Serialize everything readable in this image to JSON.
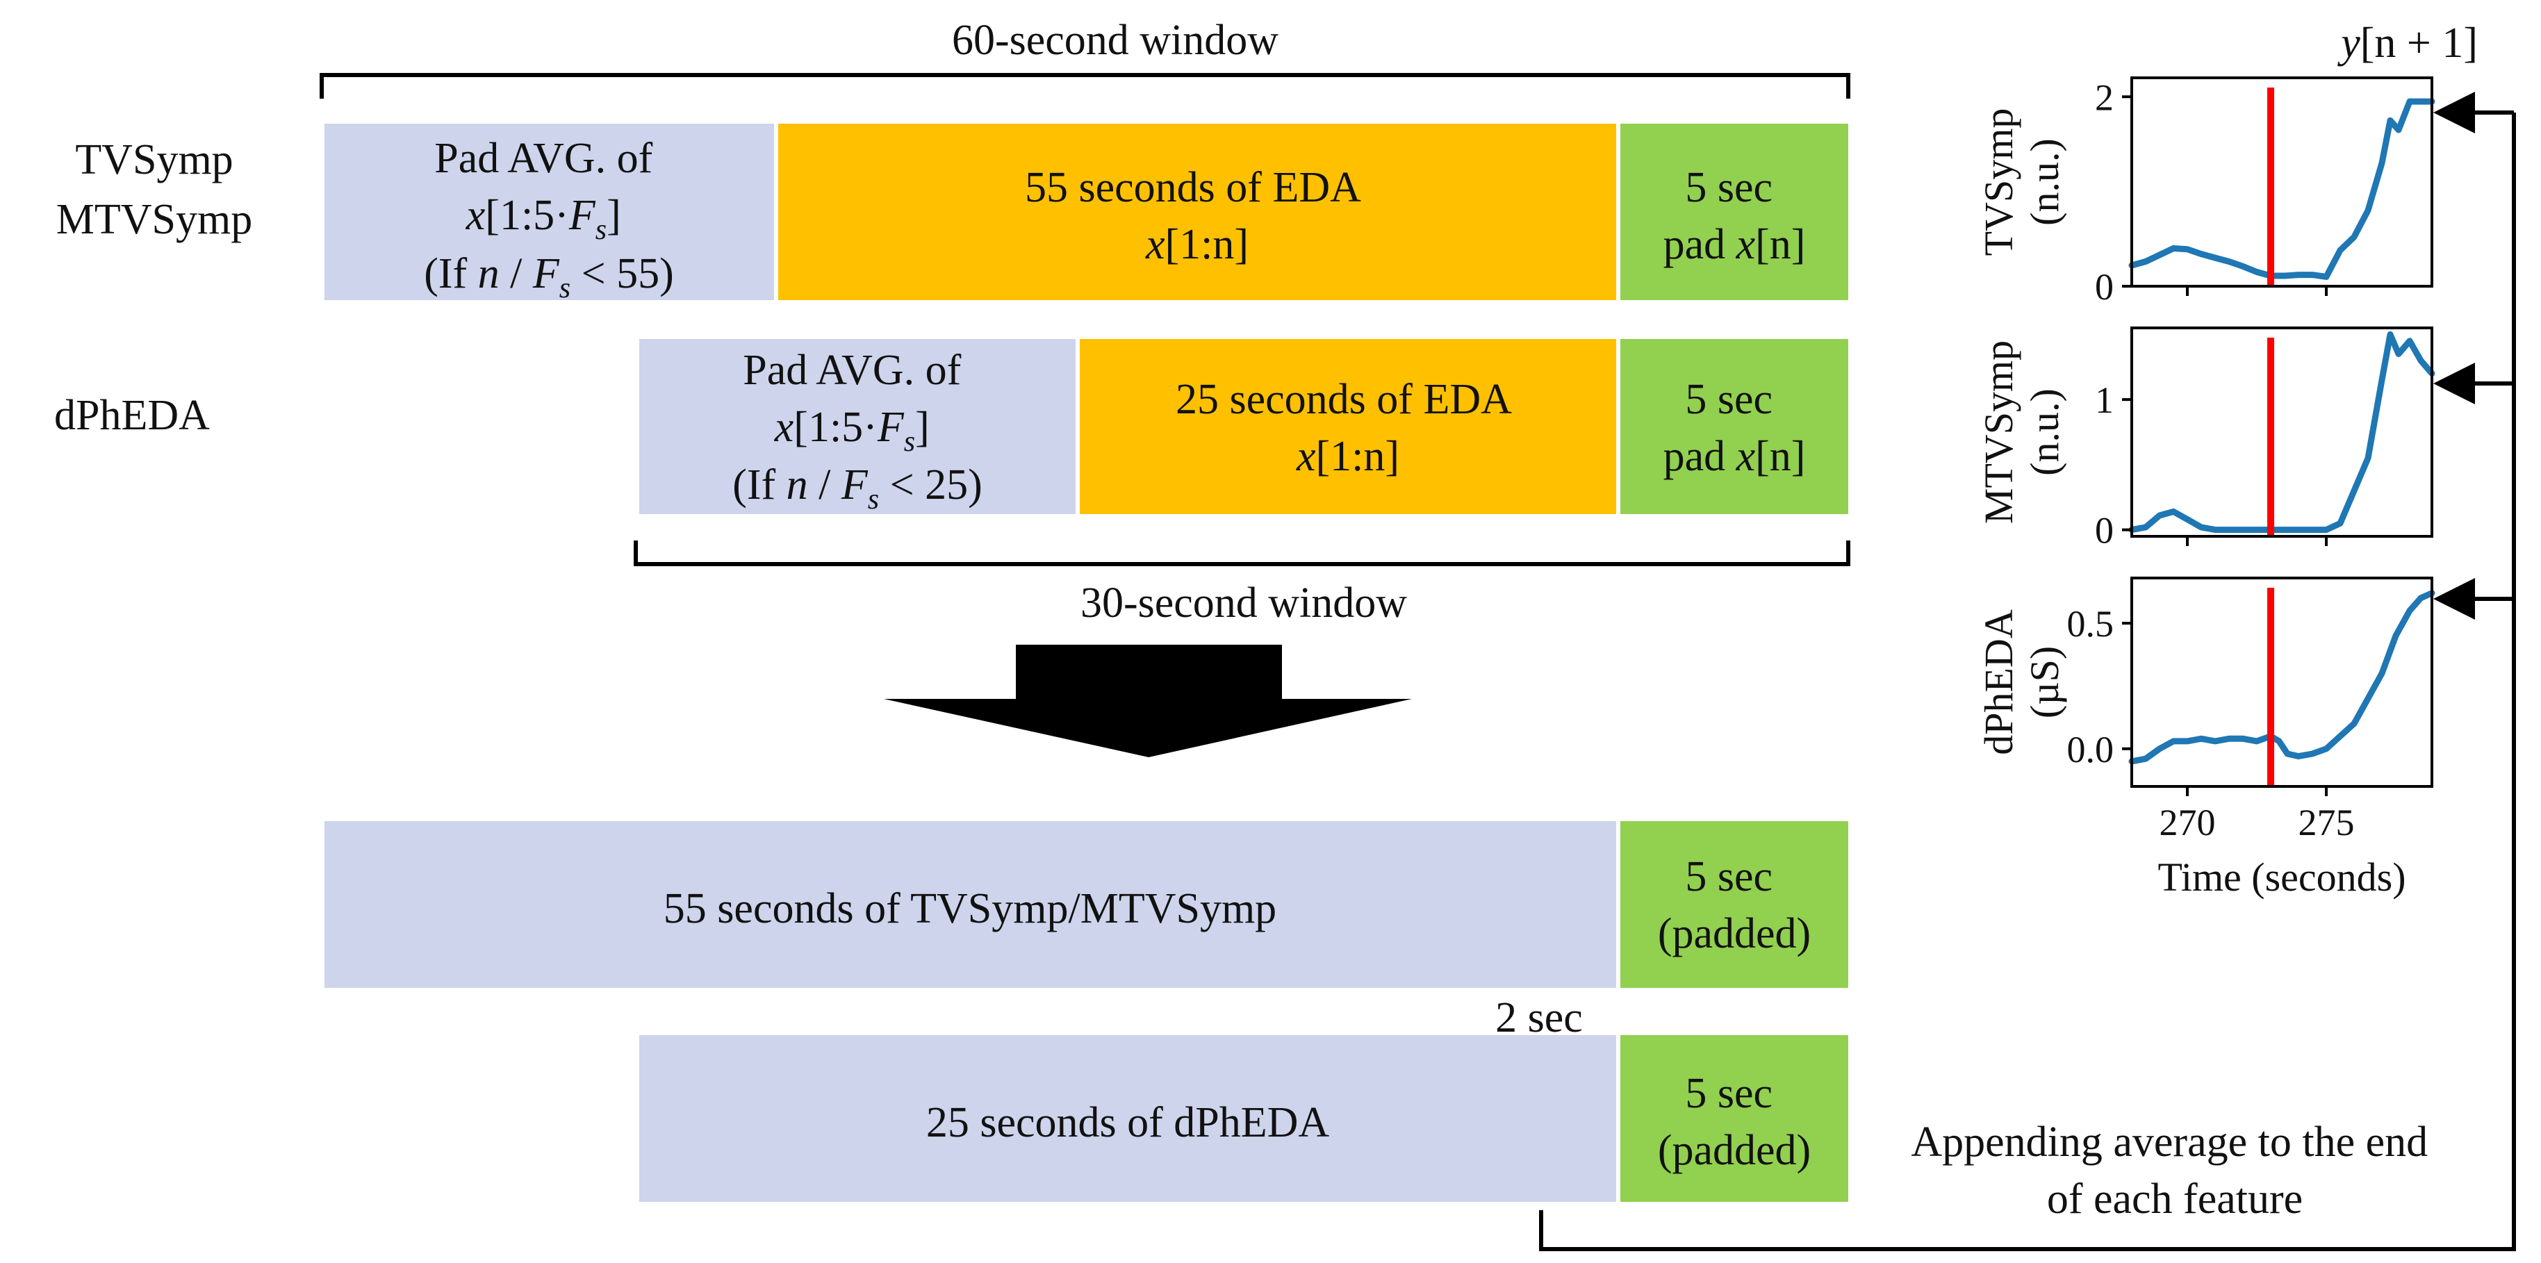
{
  "diagram": {
    "top_brace_label": "60-second window",
    "bottom_brace_label": "30-second window",
    "row_labels": {
      "tvsymp": "TVSymp",
      "mtvsymp": "MTVSymp",
      "dphEDA": "dPhEDA"
    },
    "row1": {
      "pad": {
        "l1": "Pad AVG. of",
        "l2_x": "x",
        "l2_rest": "[1:5·",
        "l2_F": "F",
        "l2_s": "s",
        "l2_end": "]",
        "l3_a": "(If ",
        "l3_n": "n",
        "l3_slash": " / ",
        "l3_F": "F",
        "l3_s": "s",
        "l3_b": " < 55)"
      },
      "main": {
        "l1": "55 seconds of EDA",
        "l2_x": "x",
        "l2_rest": "[1:n]"
      },
      "end": {
        "l1": "5 sec",
        "l2_a": "pad ",
        "l2_x": "x",
        "l2_b": "[n]"
      }
    },
    "row2": {
      "pad": {
        "l1": "Pad AVG. of",
        "l2_x": "x",
        "l2_rest": "[1:5·",
        "l2_F": "F",
        "l2_s": "s",
        "l2_end": "]",
        "l3_a": "(If ",
        "l3_n": "n",
        "l3_slash": " / ",
        "l3_F": "F",
        "l3_s": "s",
        "l3_b": " < 25)"
      },
      "main": {
        "l1": "25 seconds of EDA",
        "l2_x": "x",
        "l2_rest": "[1:n]"
      },
      "end": {
        "l1": "5 sec",
        "l2_a": "pad ",
        "l2_x": "x",
        "l2_b": "[n]"
      }
    },
    "row3": {
      "main": "55 seconds of TVSymp/MTVSymp",
      "end_l1": "5 sec",
      "end_l2": "(padded)"
    },
    "gap_label": "2 sec",
    "row4": {
      "main": "25 seconds of dPhEDA",
      "end_l1": "5 sec",
      "end_l2": "(padded)"
    },
    "append_l1": "Appending average  to the end",
    "append_l2": "of each  feature",
    "ylabel_top_y": "y",
    "ylabel_top_rest": "[n + 1]",
    "colors": {
      "pad": "#cdd4eb",
      "eda": "#ffc000",
      "end": "#92d050",
      "line": "#1f77b4",
      "marker": "#ff0000"
    }
  },
  "chart_data": [
    {
      "type": "line",
      "ylabel": "TVSymp (n.u.)",
      "xlabel": "",
      "xlim": [
        268,
        278.8
      ],
      "ylim": [
        0,
        2.2
      ],
      "xticks": [
        270,
        275
      ],
      "yticks": [
        "0",
        "2"
      ],
      "ytick_values": [
        0,
        2
      ],
      "vline_x": 273,
      "x": [
        268,
        268.5,
        269,
        269.5,
        270,
        270.5,
        271,
        271.5,
        272,
        272.5,
        273,
        273.5,
        274,
        274.5,
        275,
        275.5,
        276,
        276.5,
        277,
        277.3,
        277.6,
        278,
        278.4,
        278.8
      ],
      "y": [
        0.22,
        0.26,
        0.33,
        0.4,
        0.39,
        0.34,
        0.3,
        0.26,
        0.21,
        0.15,
        0.11,
        0.11,
        0.12,
        0.12,
        0.1,
        0.38,
        0.52,
        0.8,
        1.3,
        1.75,
        1.65,
        1.95,
        1.95,
        1.95
      ]
    },
    {
      "type": "line",
      "ylabel": "MTVSymp (n.u.)",
      "xlabel": "",
      "xlim": [
        268,
        278.8
      ],
      "ylim": [
        -0.05,
        1.55
      ],
      "xticks": [
        270,
        275
      ],
      "yticks": [
        "0",
        "1"
      ],
      "ytick_values": [
        0,
        1
      ],
      "vline_x": 273,
      "x": [
        268,
        268.5,
        269,
        269.5,
        270,
        270.5,
        271,
        271.5,
        272,
        272.5,
        273,
        273.5,
        274,
        274.5,
        275,
        275.5,
        276,
        276.5,
        277,
        277.3,
        277.6,
        278,
        278.4,
        278.8
      ],
      "y": [
        0.0,
        0.02,
        0.11,
        0.14,
        0.08,
        0.02,
        0.0,
        0.0,
        0.0,
        0.0,
        0.0,
        0.0,
        0.0,
        0.0,
        0.0,
        0.05,
        0.3,
        0.55,
        1.15,
        1.5,
        1.35,
        1.45,
        1.3,
        1.2
      ]
    },
    {
      "type": "line",
      "ylabel": "dPhEDA (µS)",
      "xlabel": "Time (seconds)",
      "xlim": [
        268,
        278.8
      ],
      "ylim": [
        -0.15,
        0.68
      ],
      "xticks": [
        270,
        275
      ],
      "yticks": [
        "0.0",
        "0.5"
      ],
      "ytick_values": [
        0,
        0.5
      ],
      "vline_x": 273,
      "x": [
        268,
        268.5,
        269,
        269.5,
        270,
        270.5,
        271,
        271.5,
        272,
        272.5,
        273,
        273.3,
        273.6,
        274,
        274.5,
        275,
        275.5,
        276,
        276.5,
        277,
        277.5,
        278,
        278.4,
        278.8
      ],
      "y": [
        -0.05,
        -0.04,
        0.0,
        0.03,
        0.03,
        0.04,
        0.03,
        0.04,
        0.04,
        0.03,
        0.05,
        0.03,
        -0.02,
        -0.03,
        -0.02,
        0.0,
        0.05,
        0.1,
        0.2,
        0.3,
        0.45,
        0.55,
        0.6,
        0.62
      ]
    }
  ]
}
